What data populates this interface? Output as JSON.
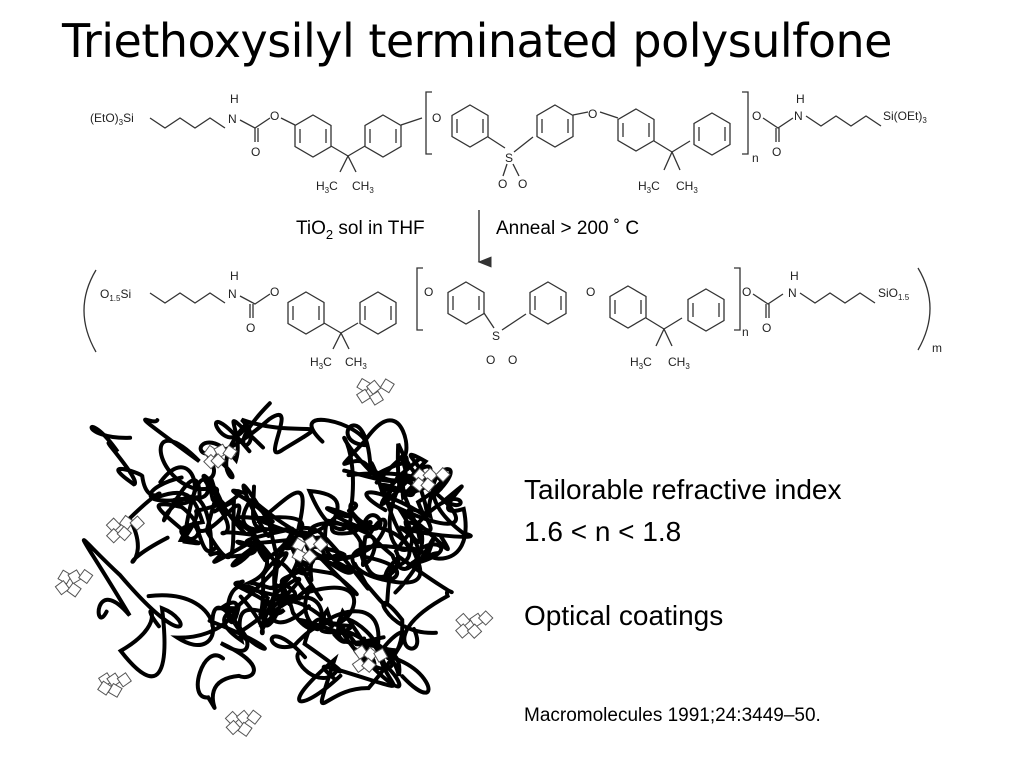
{
  "title": "Triethoxysilyl terminated polysulfone",
  "reaction": {
    "reagent_left": "TiO",
    "reagent_left_sub": "2",
    "reagent_left_tail": " sol in THF",
    "condition_right": "Anneal > 200 ˚ C"
  },
  "molecule_top": {
    "end_left": "(EtO)",
    "end_left_sub": "3",
    "end_left_tail": "Si",
    "end_right": "Si(OEt)",
    "end_right_sub": "3",
    "amide_h": "H",
    "amide_n": "N",
    "ester_o": "O",
    "carbonyl_o": "O",
    "ether_o": "O",
    "sulfur": "S",
    "so_o": "O",
    "methyl_left": "H",
    "methyl_sub": "3",
    "methyl_c": "C",
    "methyl_right": "CH",
    "repeat": "n"
  },
  "molecule_bottom": {
    "end_left": "O",
    "end_left_sub": "1.5",
    "end_left_tail": "Si",
    "end_right": "SiO",
    "end_right_sub": "1.5",
    "repeat": "n",
    "outer_repeat": "m"
  },
  "network_label": "crosslinked polymer–TiO2 network",
  "bullets": {
    "line1": "Tailorable refractive index",
    "line2": "1.6 < n < 1.8",
    "line3": "Optical coatings"
  },
  "citation": "Macromolecules 1991;24:3449–50."
}
